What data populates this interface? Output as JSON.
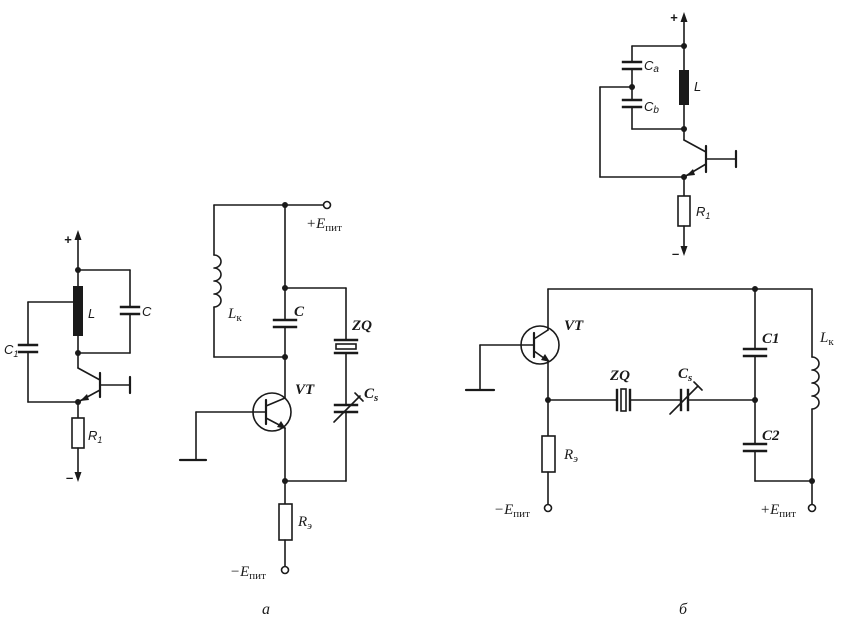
{
  "diagram_left_small": {
    "supply_plus": "+",
    "supply_minus": "–",
    "inductor": "L",
    "cap_c": "C",
    "cap_c1": "C",
    "cap_c1_sub": "1",
    "res_r": "R",
    "res_r_sub": "1"
  },
  "diagram_right_small": {
    "supply_plus": "+",
    "supply_minus": "–",
    "cap_a": "C",
    "cap_a_sub": "a",
    "cap_b": "C",
    "cap_b_sub": "b",
    "inductor": "L",
    "res_r": "R",
    "res_r_sub": "1"
  },
  "diagram_a": {
    "supply_pos": "+E",
    "supply_pos_sub": "пит",
    "supply_neg": "−E",
    "supply_neg_sub": "пит",
    "inductor": "L",
    "inductor_sub": "к",
    "cap": "C",
    "crystal": "ZQ",
    "transistor": "VT",
    "cap_s": "C",
    "cap_s_sub": "s",
    "resistor": "R",
    "resistor_sub": "э",
    "caption": "а"
  },
  "diagram_b": {
    "transistor": "VT",
    "crystal": "ZQ",
    "cap_s": "C",
    "cap_s_sub": "s",
    "cap_1": "C1",
    "cap_2": "C2",
    "inductor": "L",
    "inductor_sub": "к",
    "resistor": "R",
    "resistor_sub": "э",
    "supply_neg": "−E",
    "supply_neg_sub": "пит",
    "supply_pos": "+E",
    "supply_pos_sub": "пит",
    "caption": "б"
  }
}
